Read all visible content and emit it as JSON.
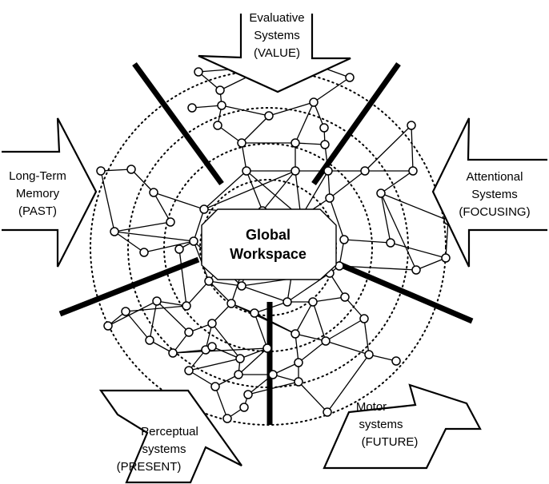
{
  "diagram": {
    "center": {
      "line1": "Global",
      "line2": "Workspace"
    },
    "modules": [
      {
        "id": "evaluative",
        "lines": [
          "Evaluative",
          "Systems",
          "(VALUE)"
        ]
      },
      {
        "id": "long_term_memory",
        "lines": [
          "Long-Term",
          "Memory",
          "(PAST)"
        ]
      },
      {
        "id": "attentional",
        "lines": [
          "Attentional",
          "Systems",
          "(FOCUSING)"
        ]
      },
      {
        "id": "perceptual",
        "lines": [
          "Perceptual",
          "systems",
          "(PRESENT)"
        ]
      },
      {
        "id": "motor",
        "lines": [
          "Motor",
          "systems",
          "(FUTURE)"
        ]
      }
    ]
  }
}
